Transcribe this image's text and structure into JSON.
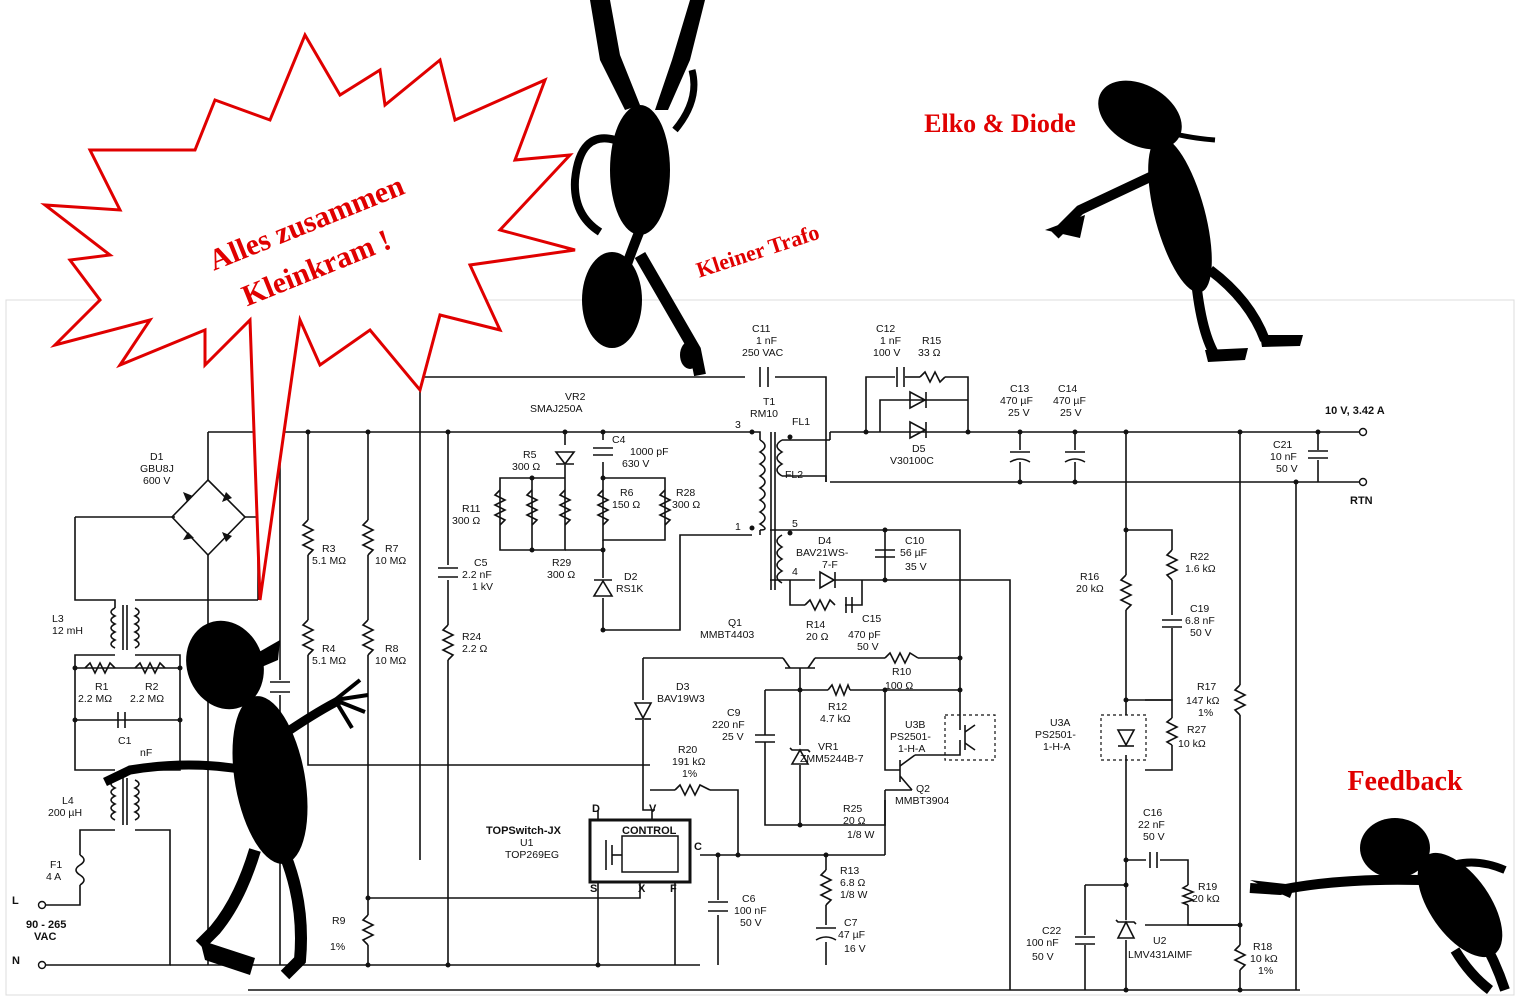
{
  "callouts": {
    "burst_line1": "Alles zusammen",
    "burst_line2": "Kleinkram !",
    "trafo": "Kleiner Trafo",
    "elko_diode": "Elko & Diode",
    "feedback": "Feedback"
  },
  "colors": {
    "callout": "#e00000",
    "schematic": "#111111",
    "figures": "#000000"
  },
  "icons": [
    "stick-figure-hanging",
    "stick-figure-pointing",
    "stick-figure-dancing",
    "stick-figure-crawling",
    "starburst"
  ],
  "schematic": {
    "D1": "D1",
    "D1_part": "GBU8J",
    "D1_v": "600 V",
    "L3": "L3",
    "L3_v": "12 mH",
    "R1": "R1",
    "R1_v": "2.2 MΩ",
    "R2": "R2",
    "R2_v": "2.2 MΩ",
    "C1": "C1",
    "C1_v": "nF",
    "L4": "L4",
    "L4_v": "200 µH",
    "F1": "F1",
    "F1_v": "4 A",
    "term_L": "L",
    "term_N": "N",
    "input_range": "90 - 265",
    "input_vac": "VAC",
    "R3": "R3",
    "R3_v": "5.1 MΩ",
    "R4": "R4",
    "R4_v": "5.1 MΩ",
    "R7": "R7",
    "R7_v": "10 MΩ",
    "R8": "R8",
    "R8_v": "10 MΩ",
    "R9": "R9",
    "R9_v": "1%",
    "C5": "C5",
    "C5_v": "2.2 nF",
    "C5_v2": "1 kV",
    "R24": "R24",
    "R24_v": "2.2 Ω",
    "VR2": "VR2",
    "VR2_part": "SMAJ250A",
    "R5": "R5",
    "R5_v": "300 Ω",
    "R11": "R11",
    "R11_v": "300 Ω",
    "R29": "R29",
    "R29_v": "300 Ω",
    "C4": "C4",
    "C4_v": "1000 pF",
    "C4_v2": "630 V",
    "R6": "R6",
    "R6_v": "150 Ω",
    "R28": "R28",
    "R28_v": "300 Ω",
    "D2": "D2",
    "D2_part": "RS1K",
    "C11": "C11",
    "C11_v": "1 nF",
    "C11_v2": "250 VAC",
    "T1": "T1",
    "T1_part": "RM10",
    "FL1": "FL1",
    "FL2": "FL2",
    "pin3": "3",
    "pin1": "1",
    "pin5": "5",
    "pin4": "4",
    "C12": "C12",
    "C12_v": "1 nF",
    "C12_v2": "100 V",
    "R15": "R15",
    "R15_v": "33 Ω",
    "D5": "D5",
    "D5_part": "V30100C",
    "C13": "C13",
    "C13_v": "470 µF",
    "C13_v2": "25 V",
    "C14": "C14",
    "C14_v": "470 µF",
    "C14_v2": "25 V",
    "out_v": "10 V, 3.42 A",
    "rtn": "RTN",
    "C21": "C21",
    "C21_v": "10 nF",
    "C21_v2": "50 V",
    "D4": "D4",
    "D4_part": "BAV21WS-",
    "D4_part2": "7-F",
    "C10": "C10",
    "C10_v": "56 µF",
    "C10_v2": "35 V",
    "R14": "R14",
    "R14_v": "20 Ω",
    "C15": "C15",
    "C15_v": "470 pF",
    "C15_v2": "50 V",
    "Q1": "Q1",
    "Q1_part": "MMBT4403",
    "D3": "D3",
    "D3_part": "BAV19W3",
    "R10": "R10",
    "R10_v": "100 Ω",
    "R12": "R12",
    "R12_v": "4.7 kΩ",
    "C9": "C9",
    "C9_v": "220 nF",
    "C9_v2": "25 V",
    "U3B": "U3B",
    "U3B_part": "PS2501-",
    "U3B_part2": "1-H-A",
    "VR1": "VR1",
    "VR1_part": "ZMM5244B-7",
    "Q2": "Q2",
    "Q2_part": "MMBT3904",
    "R20": "R20",
    "R20_v": "191 kΩ",
    "R20_v2": "1%",
    "R25": "R25",
    "R25_v": "20 Ω",
    "R25_v2": "1/8 W",
    "ic_name": "TOPSwitch-JX",
    "ic_ref": "U1",
    "ic_part": "TOP269EG",
    "ic_block": "CONTROL",
    "pin_D": "D",
    "pin_V": "V",
    "pin_C": "C",
    "pin_S": "S",
    "pin_X": "X",
    "pin_F": "F",
    "C6": "C6",
    "C6_v": "100 nF",
    "C6_v2": "50 V",
    "R13": "R13",
    "R13_v": "6.8 Ω",
    "R13_v2": "1/8 W",
    "C7": "C7",
    "C7_v": "47 µF",
    "C7_v2": "16 V",
    "R16": "R16",
    "R16_v": "20 kΩ",
    "R22": "R22",
    "R22_v": "1.6 kΩ",
    "C19": "C19",
    "C19_v": "6.8 nF",
    "C19_v2": "50 V",
    "R17": "R17",
    "R17_v": "147 kΩ",
    "R17_v2": "1%",
    "U3A": "U3A",
    "U3A_part": "PS2501-",
    "U3A_part2": "1-H-A",
    "R27": "R27",
    "R27_v": "10 kΩ",
    "C16": "C16",
    "C16_v": "22 nF",
    "C16_v2": "50 V",
    "R19": "R19",
    "R19_v": "20 kΩ",
    "C22": "C22",
    "C22_v": "100 nF",
    "C22_v2": "50 V",
    "U2": "U2",
    "U2_part": "LMV431AIMF",
    "R18": "R18",
    "R18_v": "10 kΩ",
    "R18_v2": "1%"
  }
}
